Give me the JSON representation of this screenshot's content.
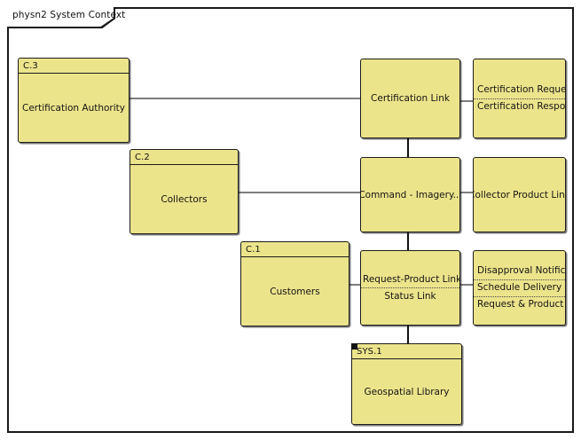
{
  "frame": {
    "title": "physn2 System Context"
  },
  "colors": {
    "node_fill": "#ece48b",
    "node_border": "#1c1c1c",
    "connector": "#7d7d7d",
    "connector_dark": "#111111",
    "canvas": "#ffffff"
  },
  "nodes": {
    "certification_authority": {
      "header": "C.3",
      "label": "Certification Authority"
    },
    "collectors": {
      "header": "C.2",
      "label": "Collectors"
    },
    "customers": {
      "header": "C.1",
      "label": "Customers"
    },
    "geospatial_library": {
      "header": "SYS.1",
      "label": "Geospatial Library"
    },
    "certification_link": {
      "label": "Certification Link"
    },
    "command_imagery_link": {
      "label": "Command - Imagery..."
    },
    "request_product_status_link": {
      "lines": [
        "Request-Product Link",
        "Status Link"
      ]
    },
    "certification_request_response": {
      "lines": [
        "Certification Request...",
        "Certification Respons..."
      ]
    },
    "collector_product_link": {
      "label": "Collector Product Link"
    },
    "disapproval_schedule_request": {
      "lines": [
        "Disapproval Notificat...",
        "Schedule Delivery Link",
        "Request & Product Li..."
      ]
    }
  }
}
